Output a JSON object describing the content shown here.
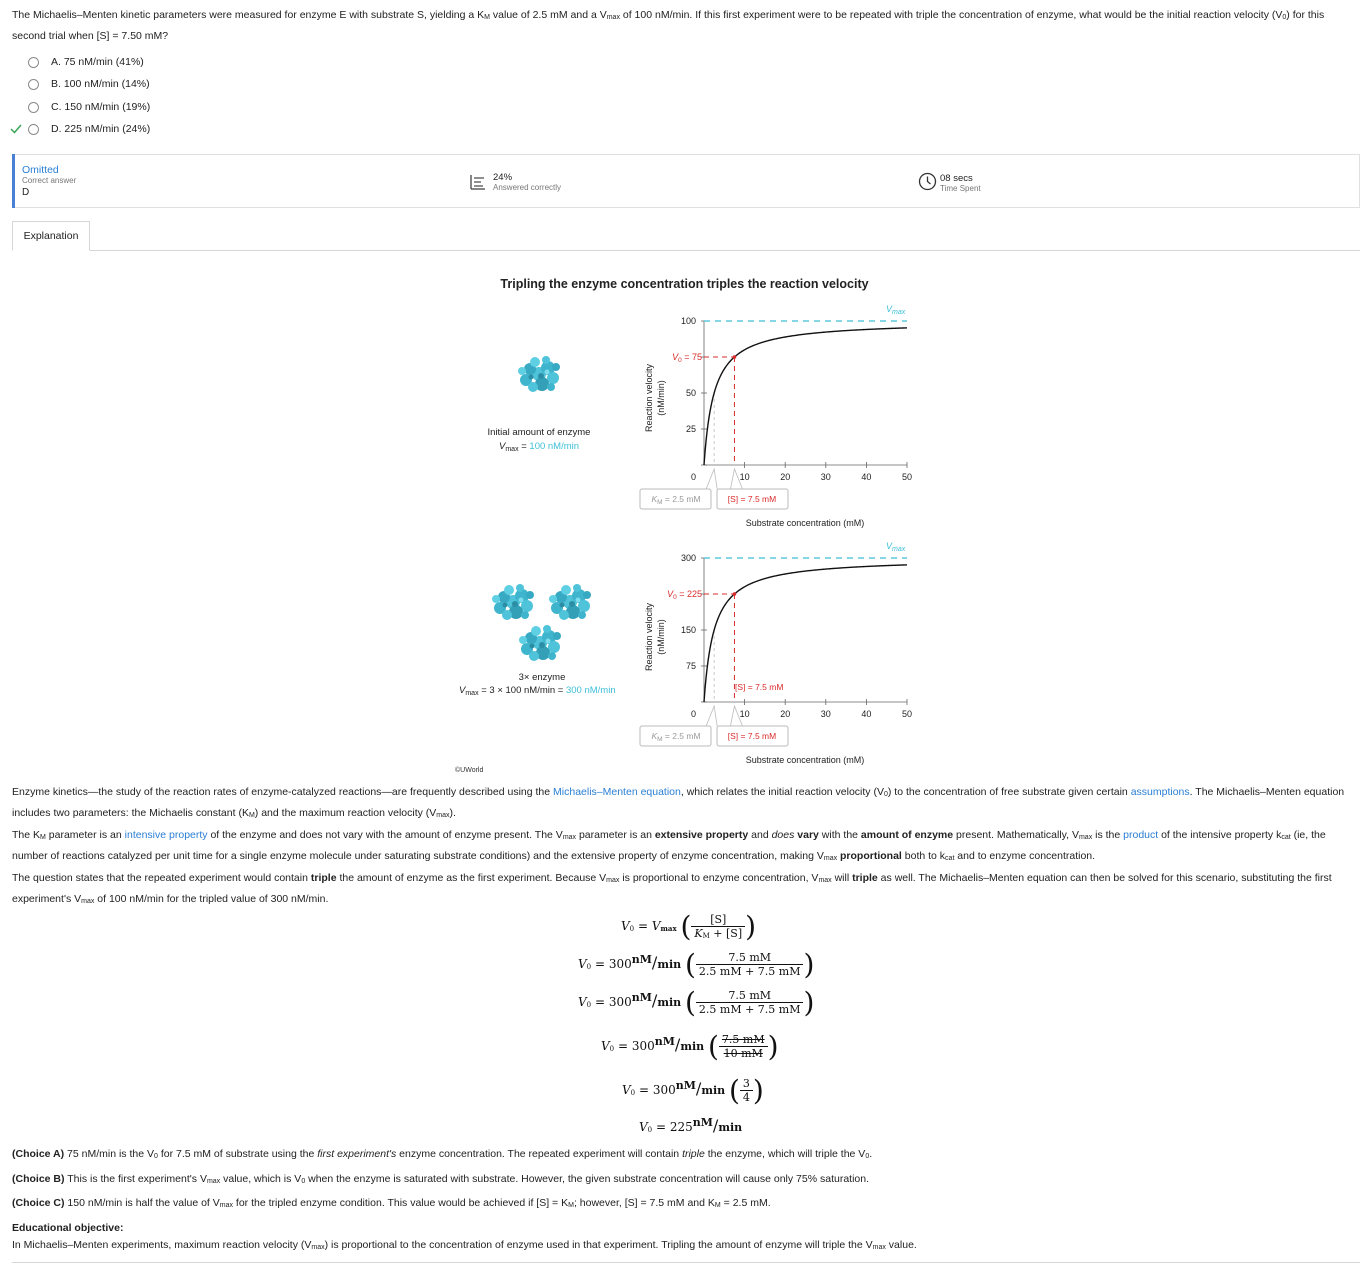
{
  "question": {
    "p1": "The Michaelis–Menten kinetic parameters were measured for enzyme E with substrate S, yielding a K",
    "km_sub": "M",
    "p2": " value of 2.5 mM and a V",
    "vmax_sub": "max",
    "p3": " of 100 nM/min.  If this first experiment were to be repeated with triple the concentration of enzyme, what would be the initial reaction velocity (V",
    "v0_sub": "0",
    "p4": ") for this second trial when [S] = 7.50 mM?"
  },
  "choices": [
    {
      "label": "A.  75 nM/min  (41%)"
    },
    {
      "label": "B.  100 nM/min  (14%)"
    },
    {
      "label": "C.  150 nM/min  (19%)"
    },
    {
      "label": "D.  225 nM/min  (24%)",
      "correct": true
    }
  ],
  "stats": {
    "status": "Omitted",
    "correct_label": "Correct answer",
    "correct_value": "D",
    "percent": "24%",
    "percent_label": "Answered correctly",
    "time": "08 secs",
    "time_label": "Time Spent"
  },
  "tab": {
    "label": "Explanation"
  },
  "figure": {
    "title": "Tripling the enzyme concentration triples the reaction velocity",
    "top": {
      "caption1": "Initial amount of enzyme",
      "caption2a": "V",
      "caption2sub": "max",
      "caption2b": " = ",
      "caption2c": "100 nM/min",
      "ylabel1": "Reaction velocity",
      "ylabel2": "(nM/min)",
      "v0a": "V",
      "v0sub": "0",
      "v0b": " = 75",
      "vmax": "V",
      "vmaxsub": "max",
      "km_box": "K",
      "km_sub": "M",
      "km_val": " = 2.5 mM",
      "s_box": "[S] = 7.5 mM",
      "xlabel": "Substrate concentration (mM)"
    },
    "bottom": {
      "caption1": "3× enzyme",
      "caption2a": "V",
      "caption2sub": "max",
      "caption2b": " = 3 × 100 nM/min = ",
      "caption2c": "300 nM/min",
      "ylabel1": "Reaction velocity",
      "ylabel2": "(nM/min)",
      "v0a": "V",
      "v0sub": "0",
      "v0b": " = 225",
      "vmax": "V",
      "vmaxsub": "max",
      "km_box": "K",
      "km_sub": "M",
      "km_val": " = 2.5 mM",
      "s_box": "[S] = 7.5 mM",
      "s_label": "[S] = 7.5 mM",
      "xlabel": "Substrate concentration (mM)"
    },
    "copyright": "©UWorld"
  },
  "chart_data": [
    {
      "type": "line",
      "title": "",
      "xlabel": "Substrate concentration (mM)",
      "ylabel": "Reaction velocity (nM/min)",
      "xticks": [
        "0",
        "10",
        "20",
        "30",
        "40",
        "50"
      ],
      "yticks": [
        "0",
        "25",
        "50",
        "75",
        "100"
      ],
      "xlim": [
        0,
        50
      ],
      "ylim": [
        0,
        100
      ],
      "vmax": 100,
      "km": 2.5,
      "point": {
        "s": 7.5,
        "v0": 75
      },
      "series": [
        {
          "x": [
            0,
            1,
            2.5,
            5,
            7.5,
            10,
            20,
            30,
            40,
            50
          ],
          "y": [
            0,
            28.6,
            50,
            66.7,
            75,
            80,
            88.9,
            92.3,
            94.1,
            95.2
          ]
        }
      ]
    },
    {
      "type": "line",
      "title": "",
      "xlabel": "Substrate concentration (mM)",
      "ylabel": "Reaction velocity (nM/min)",
      "xticks": [
        "0",
        "10",
        "20",
        "30",
        "40",
        "50"
      ],
      "yticks": [
        "0",
        "75",
        "150",
        "225",
        "300"
      ],
      "xlim": [
        0,
        50
      ],
      "ylim": [
        0,
        300
      ],
      "vmax": 300,
      "km": 2.5,
      "point": {
        "s": 7.5,
        "v0": 225
      },
      "series": [
        {
          "x": [
            0,
            1,
            2.5,
            5,
            7.5,
            10,
            20,
            30,
            40,
            50
          ],
          "y": [
            0,
            85.7,
            150,
            200,
            225,
            240,
            266.7,
            276.9,
            282.4,
            285.7
          ]
        }
      ]
    }
  ],
  "explanation": {
    "para1": {
      "a": "Enzyme kinetics—the study of the reaction rates of enzyme-catalyzed reactions—are frequently described using the ",
      "link1": "Michaelis–Menten equation",
      "b": ", which relates the initial reaction velocity (V",
      "sub1": "0",
      "c": ") to the concentration of free substrate given certain ",
      "link2": "assumptions",
      "d": ".  The Michaelis–Menten equation includes two parameters: the Michaelis constant (K",
      "sub2": "M",
      "e": ") and the maximum reaction velocity (V",
      "sub3": "max",
      "f": ")."
    },
    "para2": {
      "a": "The K",
      "sub1": "M",
      "b": " parameter is an ",
      "link1": "intensive property",
      "c": " of the enzyme and does not vary with the amount of enzyme present.  The V",
      "sub2": "max",
      "d": " parameter is an ",
      "bold1": "extensive property",
      "e": " and ",
      "ital1": "does",
      "f": " ",
      "bold2": "vary",
      "g": " with the ",
      "bold3": "amount of enzyme",
      "h": " present.  Mathematically, V",
      "sub3": "max",
      "i": " is the ",
      "link2": "product",
      "j": " of the intensive property k",
      "sub4": "cat",
      "k": " (ie, the number of reactions catalyzed per unit time for a single enzyme molecule under saturating substrate conditions) and the extensive property of enzyme concentration, making V",
      "sub5": "max",
      "l": " ",
      "bold4": "proportional",
      "m": " both to k",
      "sub6": "cat",
      "n": " and to enzyme concentration."
    },
    "para3": {
      "a": "The question states that the repeated experiment would contain ",
      "bold1": "triple",
      "b": " the amount of enzyme as the first experiment.  Because V",
      "sub1": "max",
      "c": " is proportional to enzyme concentration, V",
      "sub2": "max",
      "d": " will ",
      "bold2": "triple",
      "e": " as well.  The Michaelis–Menten equation can then be solved for this scenario, substituting the first experiment's V",
      "sub3": "max",
      "f": " of 100 nM/min for the tripled value of 300 nM/min."
    },
    "eq": {
      "v0": "V",
      "v0sub": "0",
      "eqsign": " = ",
      "vmax": "V",
      "vmaxsub": "max",
      "s": "[S]",
      "kms": "K",
      "kmsub": "M",
      "kmplus": " + [S]",
      "coef": "300",
      "nm": "nM",
      "min": "min",
      "num75": "7.5 mM",
      "den": "2.5 mM + 7.5 mM",
      "num75b": "7.5 mM",
      "den10": "10 mM",
      "three": "3",
      "four": "4",
      "result": "225"
    },
    "choiceA": {
      "label": "(Choice A)",
      "a": "  75 nM/min is the V",
      "sub1": "0",
      "b": " for 7.5 mM of substrate using the ",
      "ital1": "first experiment's",
      "c": " enzyme concentration.  The repeated experiment will contain ",
      "ital2": "triple",
      "d": " the enzyme, which will triple the V",
      "sub2": "0",
      "e": "."
    },
    "choiceB": {
      "label": "(Choice B)",
      "a": "  This is the first experiment's V",
      "sub1": "max",
      "b": " value, which is V",
      "sub2": "0",
      "c": " when the enzyme is saturated with substrate. However, the given substrate concentration will cause only 75% saturation."
    },
    "choiceC": {
      "label": "(Choice C)",
      "a": "  150 nM/min is half the value of V",
      "sub1": "max",
      "b": " for the tripled enzyme condition.  This value would be achieved if [S] = K",
      "sub2": "M",
      "c": "; however, [S] = 7.5 mM and K",
      "sub3": "M",
      "d": " = 2.5 mM."
    },
    "objective_title": "Educational objective:",
    "objective": {
      "a": "In Michaelis–Menten experiments, maximum reaction velocity (V",
      "sub1": "max",
      "b": ") is proportional to the concentration of enzyme used in that experiment.  Tripling the amount of enzyme will triple the V",
      "sub2": "max",
      "c": " value."
    }
  },
  "colors": {
    "accent": "#2a7fd4",
    "cyan": "#3cbfd6",
    "red": "#d92b2b",
    "green": "#3aa655",
    "statusbar": "#4a7fd6"
  }
}
